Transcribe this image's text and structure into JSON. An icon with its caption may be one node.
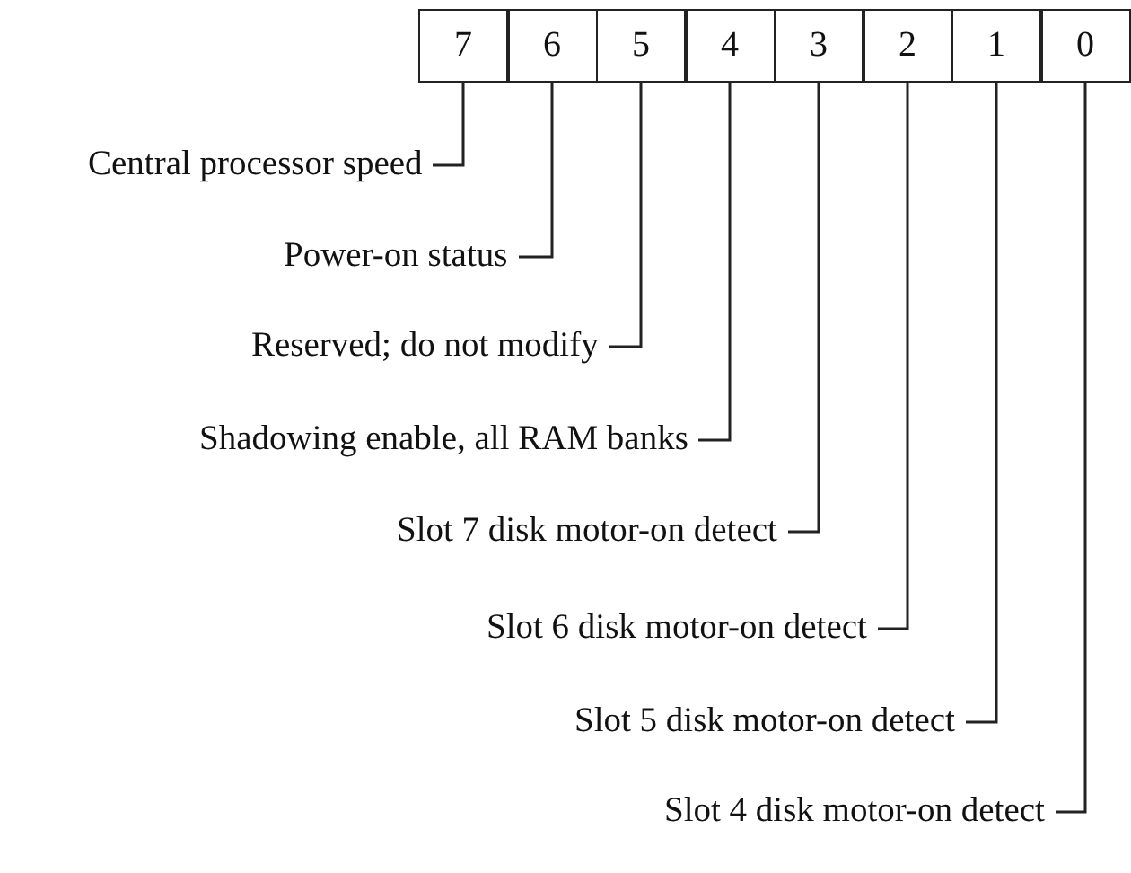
{
  "diagram": {
    "nodes": [
      {
        "text": [
          "7"
        ]
      },
      {
        "text": [
          "6"
        ]
      },
      {
        "text": [
          "5"
        ]
      },
      {
        "text": [
          "4"
        ]
      },
      {
        "text": [
          "3"
        ]
      },
      {
        "text": [
          "2"
        ]
      },
      {
        "text": [
          "1"
        ]
      },
      {
        "text": [
          "0"
        ]
      },
      {
        "text": [
          "Central processor speed"
        ]
      },
      {
        "text": [
          "Power-on status"
        ]
      },
      {
        "text": [
          "Reserved; do not modify"
        ]
      },
      {
        "text": [
          "Shadowing enable, all RAM banks"
        ]
      },
      {
        "text": [
          "Slot 7 disk motor-on detect"
        ]
      },
      {
        "text": [
          "Slot 6 disk motor-on detect"
        ]
      },
      {
        "text": [
          "Slot 5 disk motor-on detect"
        ]
      },
      {
        "text": [
          "Slot 4 disk motor-on detect"
        ]
      }
    ],
    "edges": [
      {
        "from": 8,
        "to": 0,
        "arrow": "none"
      },
      {
        "from": 9,
        "to": 1,
        "arrow": "none"
      },
      {
        "from": 10,
        "to": 2,
        "arrow": "none"
      },
      {
        "from": 11,
        "to": 3,
        "arrow": "none"
      },
      {
        "from": 12,
        "to": 4,
        "arrow": "none"
      },
      {
        "from": 13,
        "to": 5,
        "arrow": "none"
      },
      {
        "from": 14,
        "to": 6,
        "arrow": "none"
      },
      {
        "from": 15,
        "to": 7,
        "arrow": "none"
      }
    ]
  }
}
